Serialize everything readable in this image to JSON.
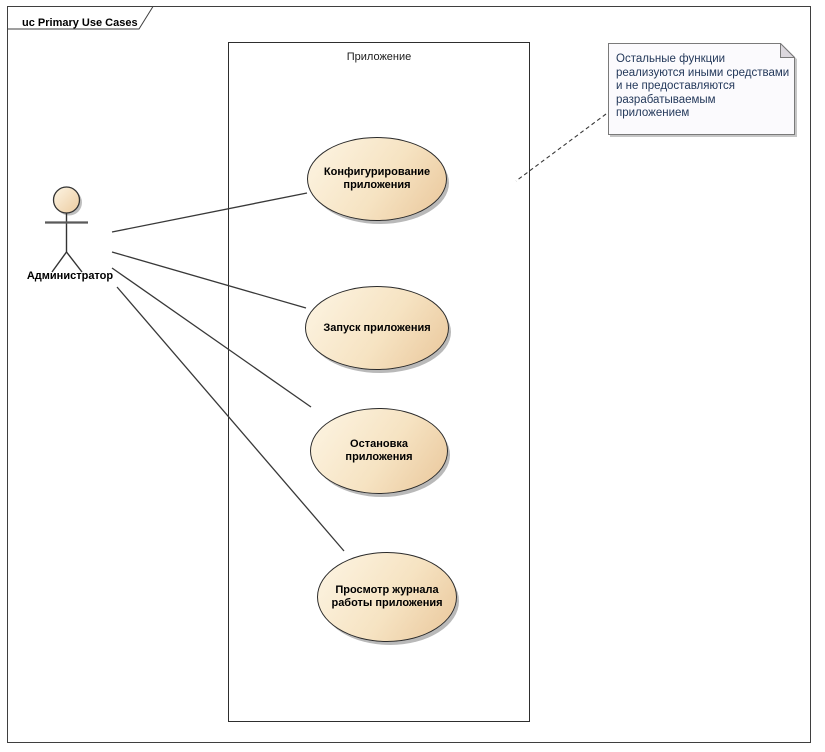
{
  "frame": {
    "title": "uc Primary Use Cases"
  },
  "system_boundary": {
    "label": "Приложение"
  },
  "actor": {
    "label": "Администратор"
  },
  "use_cases": [
    {
      "label": "Конфигурирование приложения"
    },
    {
      "label": "Запуск приложения"
    },
    {
      "label": "Остановка приложения"
    },
    {
      "label": "Просмотр журнала работы приложения"
    }
  ],
  "note": {
    "text": "Остальные функции реализуются иными средствами и не предоставляются разрабатываемым приложением"
  },
  "connectors": [
    {
      "from": "Администратор",
      "to": "Конфигурирование приложения",
      "style": "solid"
    },
    {
      "from": "Администратор",
      "to": "Запуск приложения",
      "style": "solid"
    },
    {
      "from": "Администратор",
      "to": "Остановка приложения",
      "style": "solid"
    },
    {
      "from": "Администратор",
      "to": "Просмотр журнала работы приложения",
      "style": "solid"
    },
    {
      "from": "note",
      "to": "Приложение",
      "style": "dashed"
    }
  ],
  "colors": {
    "usecase_fill_light": "#FDF5E4",
    "usecase_fill_dark": "#E9C69A",
    "usecase_border": "#2B2B2B",
    "shadow": "#B9B9B9",
    "note_fill": "#FBFAFD",
    "note_border": "#7A7A7A",
    "note_text": "#24395B",
    "connector_line": "#383838",
    "frame_border": "#3F3F3F"
  }
}
